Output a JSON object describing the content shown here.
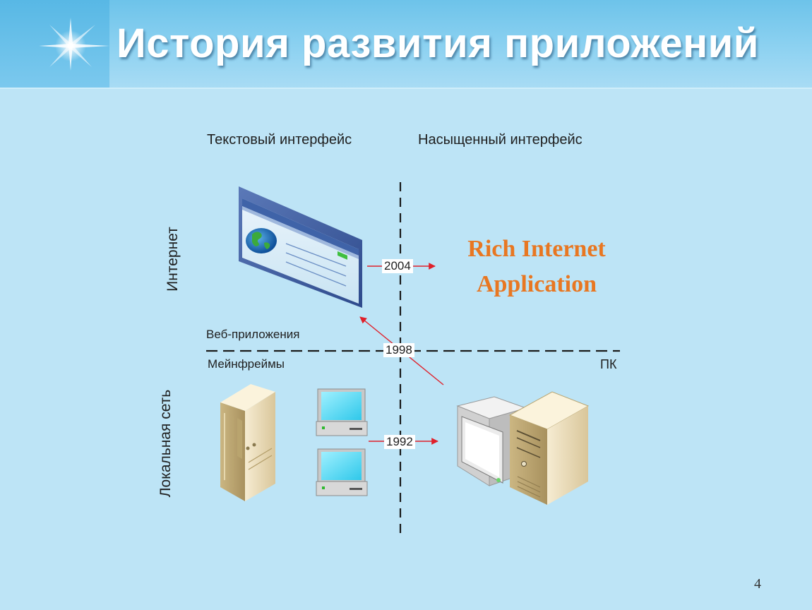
{
  "title": "История развития приложений",
  "columns": {
    "left": "Текстовый интерфейс",
    "right": "Насыщенный интерфейс"
  },
  "rows": {
    "top": "Интернет",
    "bottom": "Локальная сеть"
  },
  "quadrant_labels": {
    "web_apps": "Веб-приложения",
    "mainframes": "Мейнфреймы",
    "pc": "ПК"
  },
  "years": {
    "y2004": "2004",
    "y1998": "1998",
    "y1992": "1992"
  },
  "ria": {
    "line1": "Rich Internet",
    "line2": "Application"
  },
  "page_number": "4",
  "colors": {
    "arrow": "#e0202a",
    "ria_text": "#e87722",
    "background": "#bde4f6",
    "header": "#7cc9ee"
  },
  "icons": [
    "browser-window-icon",
    "mainframe-server-icon",
    "terminal-icon",
    "pc-computer-icon",
    "sparkle-icon"
  ]
}
